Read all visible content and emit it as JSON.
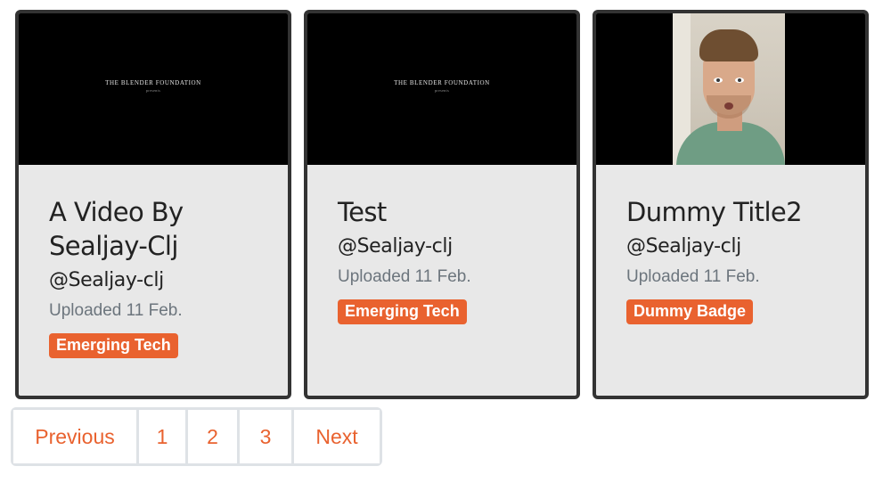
{
  "videos": [
    {
      "thumbnail": {
        "title": "The Blender Foundation",
        "subtitle": "presents"
      },
      "title": "A Video By Sealjay-Clj",
      "author": "@Sealjay-clj",
      "uploaded": "Uploaded 11 Feb.",
      "badge": "Emerging Tech"
    },
    {
      "thumbnail": {
        "title": "The Blender Foundation",
        "subtitle": "presents"
      },
      "title": "Test",
      "author": "@Sealjay-clj",
      "uploaded": "Uploaded 11 Feb.",
      "badge": "Emerging Tech"
    },
    {
      "thumbnail": {
        "title": "",
        "subtitle": ""
      },
      "title": "Dummy Title2",
      "author": "@Sealjay-clj",
      "uploaded": "Uploaded 11 Feb.",
      "badge": "Dummy Badge"
    }
  ],
  "pagination": {
    "previous": "Previous",
    "pages": [
      "1",
      "2",
      "3"
    ],
    "next": "Next"
  },
  "colors": {
    "accent": "#e9622f",
    "card_background": "#e8e8e8",
    "card_border": "#333333",
    "muted_text": "#6c757d"
  }
}
